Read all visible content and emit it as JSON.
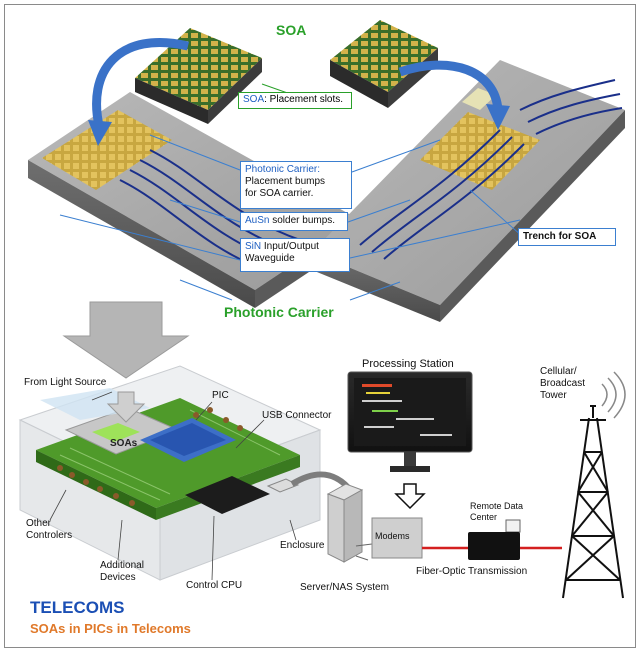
{
  "top": {
    "soa_title": "SOA",
    "soa_box_prefix": "SOA",
    "soa_box_suffix": ": Placement slots.",
    "soa_chip_label": "SOA",
    "carrier_box_title": "Photonic Carrier:",
    "carrier_box_line1": "Placement bumps",
    "carrier_box_line2": "for SOA carrier.",
    "ausn_prefix": "AuSn",
    "ausn_suffix": " solder bumps.",
    "sin_line1_prefix": "SiN",
    "sin_line1_suffix": " Input/Output",
    "sin_line2": "Waveguide",
    "trench": "Trench for SOA",
    "photonic_carrier": "Photonic Carrier"
  },
  "bottom": {
    "from_light_source": "From Light Source",
    "soas": "SOAs",
    "pic": "PIC",
    "usb_connector": "USB Connector",
    "other_controlers_1": "Other",
    "other_controlers_2": "Controlers",
    "additional_devices_1": "Additional",
    "additional_devices_2": "Devices",
    "control_cpu": "Control CPU",
    "enclosure": "Enclosure",
    "processing_station": "Processing Station",
    "modems": "Modems",
    "server_nas": "Server/NAS System",
    "remote_data_1": "Remote Data",
    "remote_data_2": "Center",
    "fiber_optic": "Fiber-Optic Transmission",
    "tower_1": "Cellular/",
    "tower_2": "Broadcast",
    "tower_3": "Tower",
    "telecoms": "TELECOMS",
    "subtitle": "SOAs in PICs in Telecoms"
  },
  "colors": {
    "accent_blue": "#1e5fc2",
    "soa_green": "#2aa02a",
    "subtitle_orange": "#e0792a",
    "fiber_red": "#d42020",
    "board_green": "#4f9a2a"
  }
}
